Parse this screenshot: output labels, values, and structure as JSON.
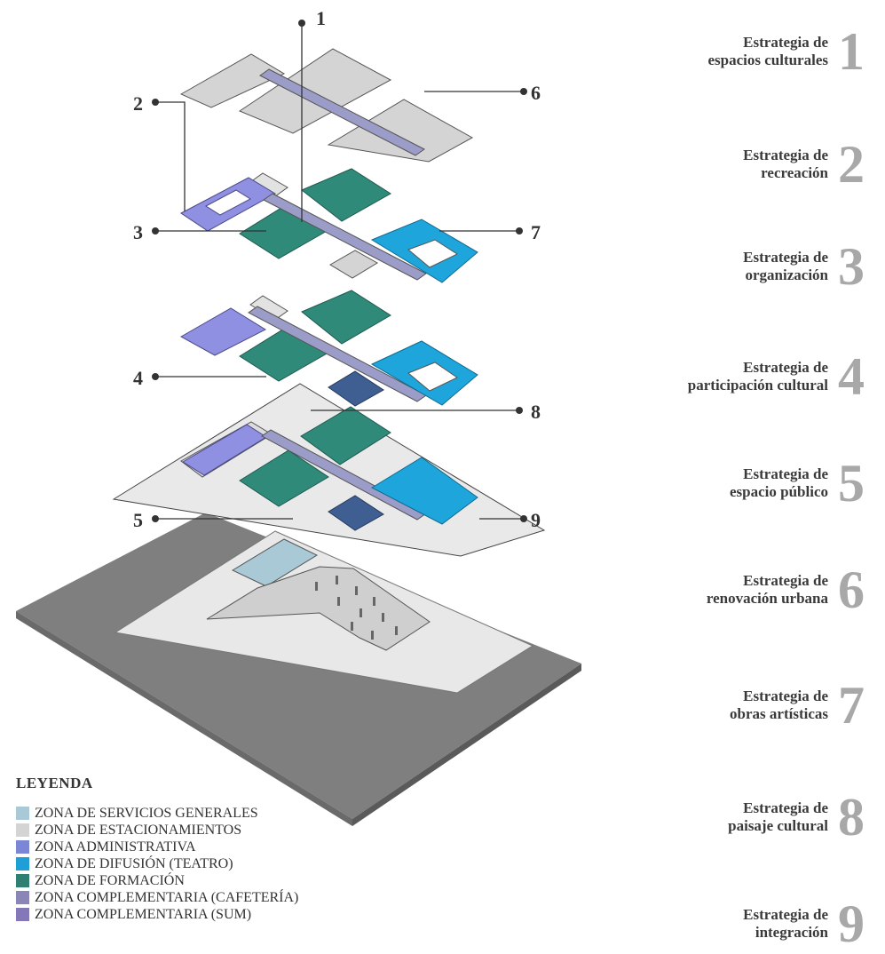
{
  "callouts": [
    "1",
    "2",
    "3",
    "4",
    "5",
    "6",
    "7",
    "8",
    "9"
  ],
  "strategies": [
    {
      "num": "1",
      "line1": "Estrategia de",
      "line2": "espacios culturales"
    },
    {
      "num": "2",
      "line1": "Estrategia de",
      "line2": "recreación"
    },
    {
      "num": "3",
      "line1": "Estrategia de",
      "line2": "organización"
    },
    {
      "num": "4",
      "line1": "Estrategia de",
      "line2": "participación cultural"
    },
    {
      "num": "5",
      "line1": "Estrategia de",
      "line2": "espacio público"
    },
    {
      "num": "6",
      "line1": "Estrategia de",
      "line2": "renovación urbana"
    },
    {
      "num": "7",
      "line1": "Estrategia de",
      "line2": "obras artísticas"
    },
    {
      "num": "8",
      "line1": "Estrategia de",
      "line2": "paisaje cultural"
    },
    {
      "num": "9",
      "line1": "Estrategia de",
      "line2": "integración"
    }
  ],
  "legend": {
    "title": "LEYENDA",
    "items": [
      {
        "label": "ZONA DE SERVICIOS GENERALES",
        "color": "#a9c9d6"
      },
      {
        "label": "ZONA DE ESTACIONAMIENTOS",
        "color": "#d4d4d4"
      },
      {
        "label": "ZONA ADMINISTRATIVA",
        "color": "#7b86d6"
      },
      {
        "label": "ZONA DE DIFUSIÓN (TEATRO)",
        "color": "#1e9fd8"
      },
      {
        "label": "ZONA DE FORMACIÓN",
        "color": "#2f7f72"
      },
      {
        "label": "ZONA COMPLEMENTARIA (CAFETERÍA)",
        "color": "#8a86b8"
      },
      {
        "label": "ZONA COMPLEMENTARIA (SUM)",
        "color": "#8478b8"
      }
    ]
  },
  "colors": {
    "services": "#a9c9d6",
    "parking": "#d4d4d4",
    "admin": "#8f8fe0",
    "teatro": "#1ea6dc",
    "formacion": "#2f8a7a",
    "corridor": "#9b9cc8",
    "sum": "#3f5f92",
    "base": "#8a8a8a",
    "plaza": "#e6e6e6"
  }
}
